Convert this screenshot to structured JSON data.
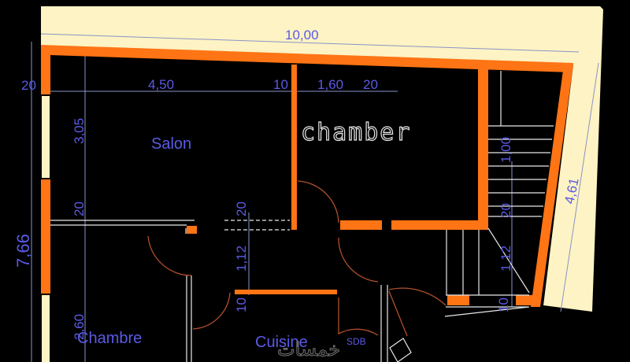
{
  "plan": {
    "rooms": {
      "salon": "Salon",
      "chamber": "chamber",
      "chambre": "Chambre",
      "cuisine": "Cuisine",
      "sdb": "SDB"
    },
    "dimensions": {
      "total_width": "10,00",
      "total_height": "7,66",
      "right_side": "4,61",
      "left_wall": "20",
      "salon_width": "4,50",
      "partition": "10",
      "chamber_width": "1,60",
      "chamber_wall": "20",
      "salon_depth": "3,05",
      "left_inner_wall": "20",
      "chambre_depth": "2,60",
      "corridor_wall": "20",
      "corridor_width": "1,12",
      "corridor_bottom_wall": "10",
      "stair_run": "1,00",
      "stair_wall": "20",
      "stair_width": "1,12",
      "stair_bottom_wall": "10"
    },
    "watermark": "خمسات",
    "colors": {
      "wall": "#ff7414",
      "land": "#fdf3c4",
      "text": "#5a5ae6"
    }
  }
}
